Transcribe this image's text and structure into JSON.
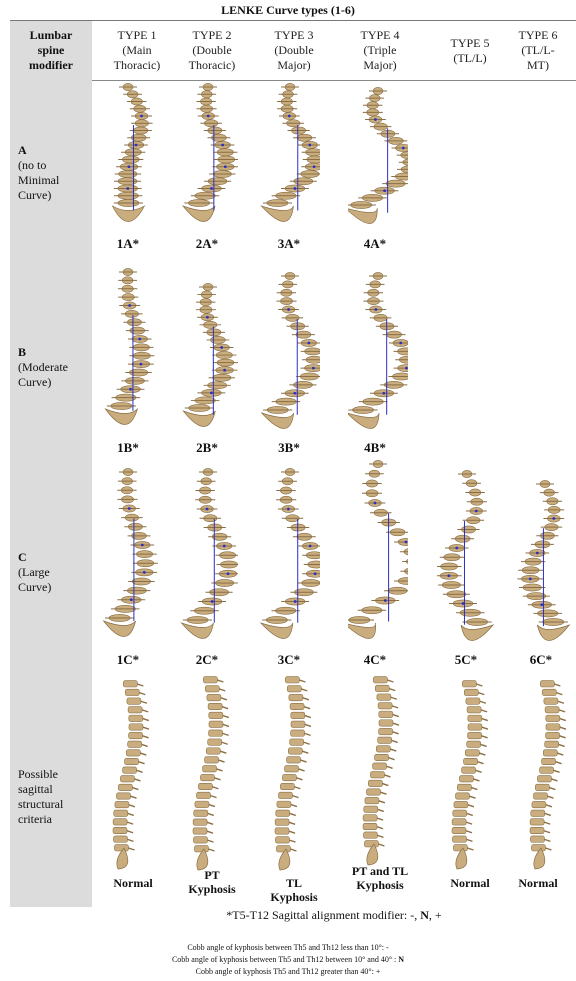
{
  "title": "LENKE Curve types (1-6)",
  "left_header": [
    "Lumbar",
    "spine",
    "modifier"
  ],
  "types": [
    {
      "lines": [
        "TYPE 1",
        "(Main",
        "Thoracic)"
      ]
    },
    {
      "lines": [
        "TYPE 2",
        "(Double",
        "Thoracic)"
      ]
    },
    {
      "lines": [
        "TYPE 3",
        "(Double",
        "Major)"
      ]
    },
    {
      "lines": [
        "TYPE 4",
        "(Triple",
        "Major)"
      ]
    },
    {
      "lines": [
        "TYPE 5",
        "(TL/L)"
      ]
    },
    {
      "lines": [
        "TYPE 6",
        "(TL/L-",
        "MT)"
      ]
    }
  ],
  "rows": [
    {
      "letter": "A",
      "desc": [
        "(no to",
        "Minimal",
        "Curve)"
      ],
      "labels": [
        "1A*",
        "2A*",
        "3A*",
        "4A*"
      ]
    },
    {
      "letter": "B",
      "desc": [
        "(Moderate",
        "Curve)"
      ],
      "labels": [
        "1B*",
        "2B*",
        "3B*",
        "4B*"
      ]
    },
    {
      "letter": "C",
      "desc": [
        "(Large",
        "Curve)"
      ],
      "labels": [
        "1C*",
        "2C*",
        "3C*",
        "4C*",
        "5C*",
        "6C*"
      ]
    }
  ],
  "sagittal_row_label": [
    "Possible",
    "sagittal",
    "structural",
    "criteria"
  ],
  "sagittal_labels": [
    [
      "Normal"
    ],
    [
      "PT",
      "Kyphosis"
    ],
    [
      "TL",
      "Kyphosis"
    ],
    [
      "PT and TL",
      "Kyphosis"
    ],
    [
      "Normal"
    ],
    [
      "Normal"
    ]
  ],
  "footnote_prefix": "*T5-T12 Sagittal alignment modifier: -, ",
  "footnote_bold": "N",
  "footnote_suffix": ", +",
  "notes": [
    "Cobb angle of kyphosis between Th5 and Th12 less than 10°: -",
    "Cobb angle of kyphosis between Th5 and Th12 between 10° and 40° : ",
    "Cobb angle of kyphosis Th5 and Th12 greater than 40°: +"
  ],
  "note_bold": "N",
  "colors": {
    "bone": "#c9ad7e",
    "bone_dark": "#8a6f45",
    "cobb_line": "#2c2fc4",
    "panel": "#dcdcdc"
  }
}
